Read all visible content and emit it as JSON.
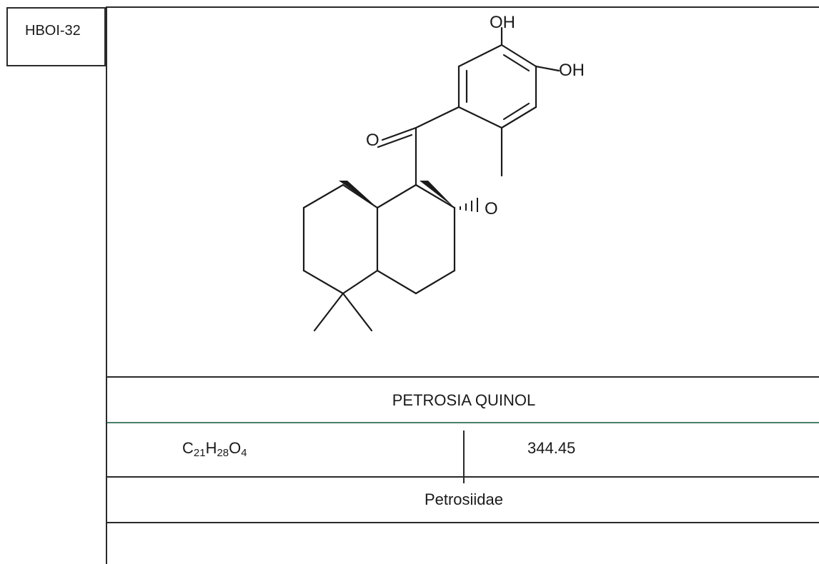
{
  "compound": {
    "id": "HBOI-32",
    "name": "PETROSIA QUINOL",
    "formula": {
      "parts": [
        "C",
        "21",
        "H",
        "28",
        "O",
        "4"
      ]
    },
    "molecular_weight": "344.45",
    "family": "Petrosiidae",
    "structure_labels": {
      "oh_top": "OH",
      "oh_right": "OH",
      "ketone_o": "O",
      "ether_o": "O"
    }
  }
}
